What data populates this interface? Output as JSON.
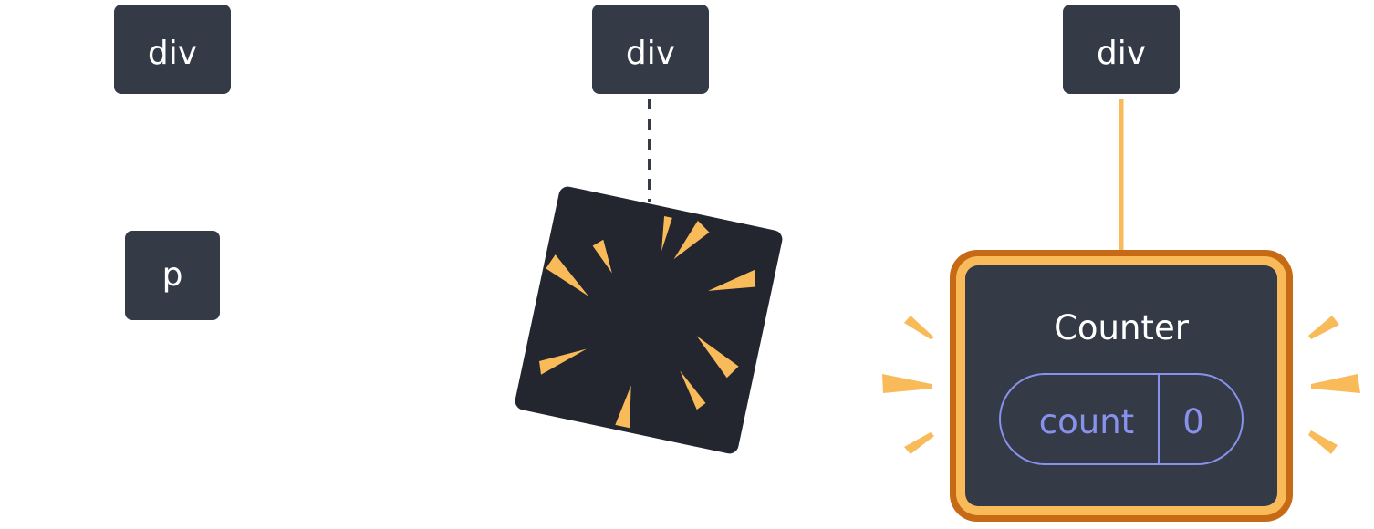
{
  "tree_left": {
    "root_label": "div",
    "child_label": "p"
  },
  "tree_middle": {
    "root_label": "div",
    "child_state": "removed",
    "child_icon": "poof-burst-icon"
  },
  "tree_right": {
    "root_label": "div",
    "child_state": "added",
    "component_label": "Counter",
    "state_name": "count",
    "state_value": "0",
    "highlight_icon": "sparkle-icon"
  },
  "colors": {
    "node_fill": "#343a46",
    "poof_fill": "#23262f",
    "accent_yellow": "#f9bb5a",
    "highlight_border_dark": "#c76a15",
    "state_border": "#8891ec",
    "edge_dark": "#343a46"
  }
}
